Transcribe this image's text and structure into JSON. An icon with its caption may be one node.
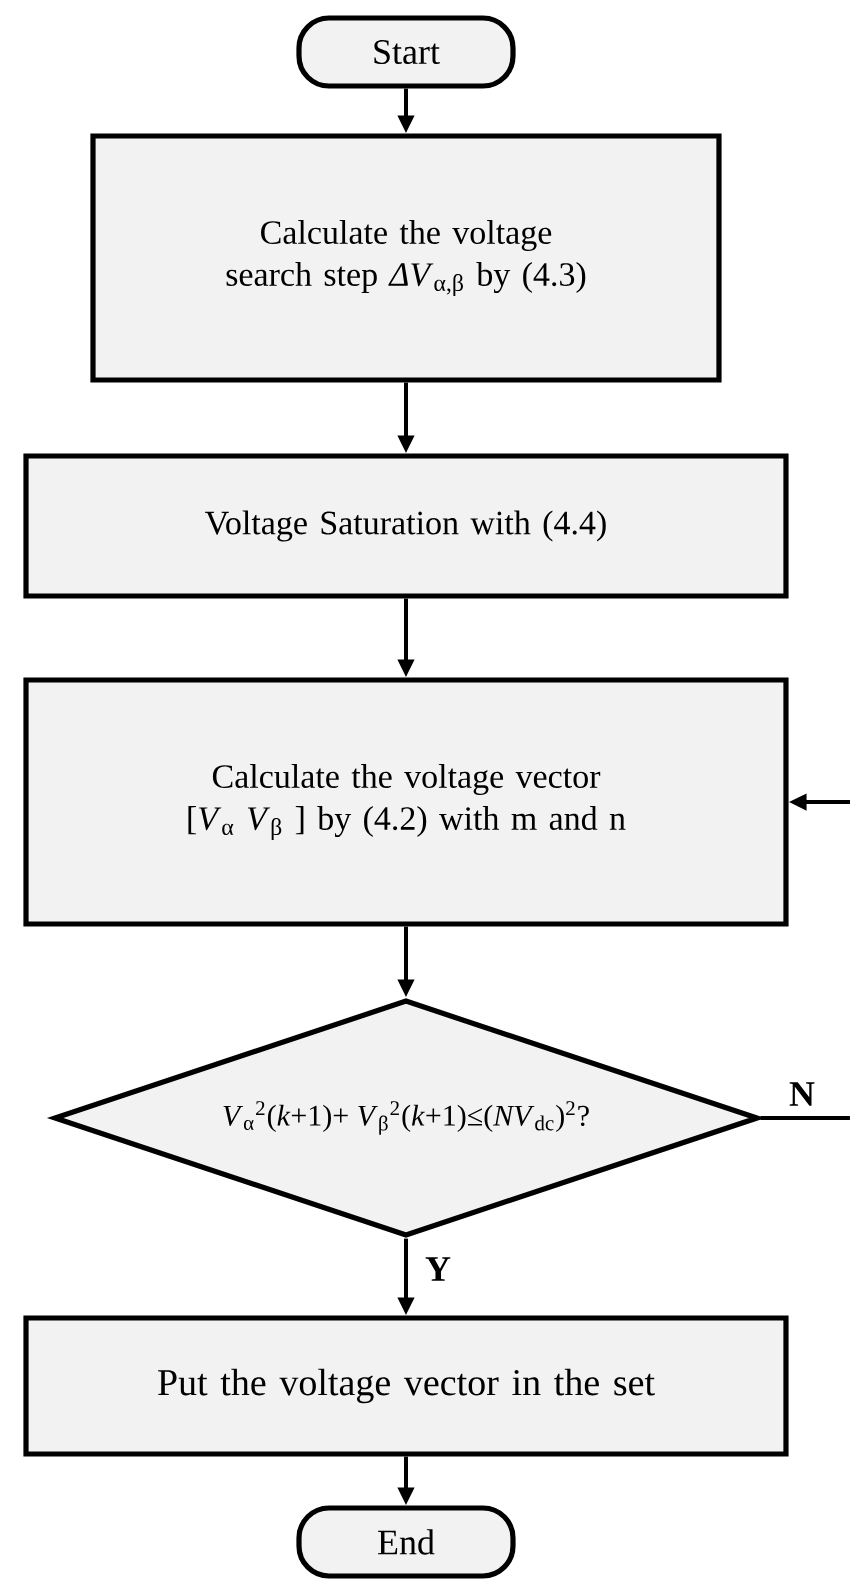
{
  "diagram": {
    "nodes": [
      {
        "text": [
          "Start"
        ]
      },
      {
        "text": [
          "Calculate the voltage search step *ΔV*$_{α,β}$ by (4.3)"
        ]
      },
      {
        "text": [
          "Voltage Saturation with (4.4)"
        ]
      },
      {
        "text": [
          "Calculate the voltage vector [*V*$_{α}$ *V*$_{β}$ ] by (4.2) with m and n"
        ]
      },
      {
        "text": [
          "*V*$_{α}$$^{2}$(*k*+1)+ *V*$_{β}$$^{2}$(*k*+1)≤(*NV*$_{dc}$)$^{2}$?"
        ]
      },
      {
        "text": [
          "Put the voltage vector in the set"
        ]
      },
      {
        "text": [
          "End"
        ]
      }
    ],
    "edges": [
      {
        "from": 0,
        "to": 1,
        "arrow": "to"
      },
      {
        "from": 1,
        "to": 2,
        "arrow": "to"
      },
      {
        "from": 2,
        "to": 3,
        "arrow": "to"
      },
      {
        "from": 3,
        "to": 4,
        "arrow": "to"
      },
      {
        "from": 4,
        "to": 5,
        "arrow": "to",
        "label": "Y"
      },
      {
        "from": 5,
        "to": 6,
        "arrow": "to"
      },
      {
        "from": 4,
        "to": null,
        "arrow": "none",
        "label": "N"
      },
      {
        "from": null,
        "to": 3,
        "arrow": "to"
      }
    ]
  }
}
